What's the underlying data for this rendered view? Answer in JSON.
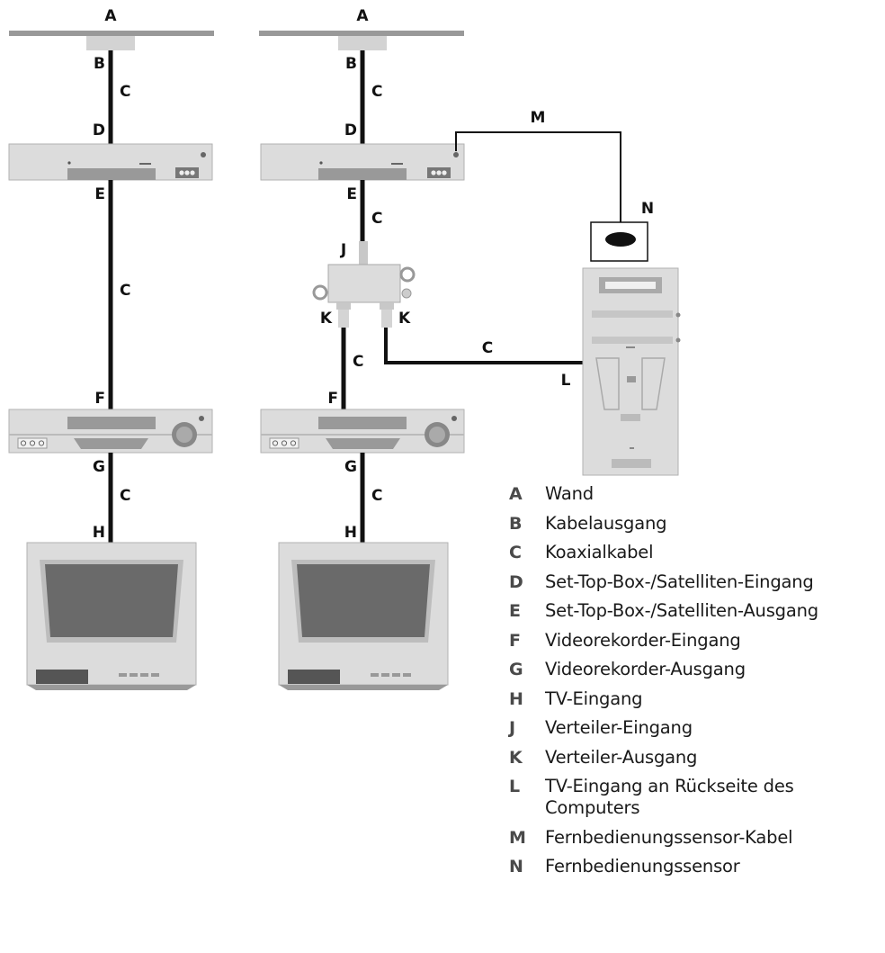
{
  "callouts": {
    "left": {
      "A": "A",
      "B": "B",
      "C1": "C",
      "D": "D",
      "E": "E",
      "C2": "C",
      "F": "F",
      "G": "G",
      "C3": "C",
      "H": "H"
    },
    "right": {
      "A": "A",
      "B": "B",
      "C1": "C",
      "D": "D",
      "M": "M",
      "N": "N",
      "E": "E",
      "C2": "C",
      "J": "J",
      "K1": "K",
      "K2": "K",
      "C3": "C",
      "C4": "C",
      "L": "L",
      "F": "F",
      "G": "G",
      "C5": "C",
      "H": "H"
    }
  },
  "legend": [
    {
      "key": "A",
      "desc": "Wand"
    },
    {
      "key": "B",
      "desc": "Kabelausgang"
    },
    {
      "key": "C",
      "desc": "Koaxialkabel"
    },
    {
      "key": "D",
      "desc": "Set-Top-Box-/Satelliten-Eingang"
    },
    {
      "key": "E",
      "desc": "Set-Top-Box-/Satelliten-Ausgang"
    },
    {
      "key": "F",
      "desc": "Videorekorder-Eingang"
    },
    {
      "key": "G",
      "desc": "Videorekorder-Ausgang"
    },
    {
      "key": "H",
      "desc": "TV-Eingang"
    },
    {
      "key": "J",
      "desc": "Verteiler-Eingang"
    },
    {
      "key": "K",
      "desc": "Verteiler-Ausgang"
    },
    {
      "key": "L",
      "desc": "TV-Eingang an Rückseite des Computers"
    },
    {
      "key": "M",
      "desc": "Fernbedienungssensor-Kabel"
    },
    {
      "key": "N",
      "desc": "Fernbedienungssensor"
    }
  ],
  "colors": {
    "device_fill": "#dcdcdc",
    "cable": "#111111",
    "screen": "#6a6a6a"
  }
}
